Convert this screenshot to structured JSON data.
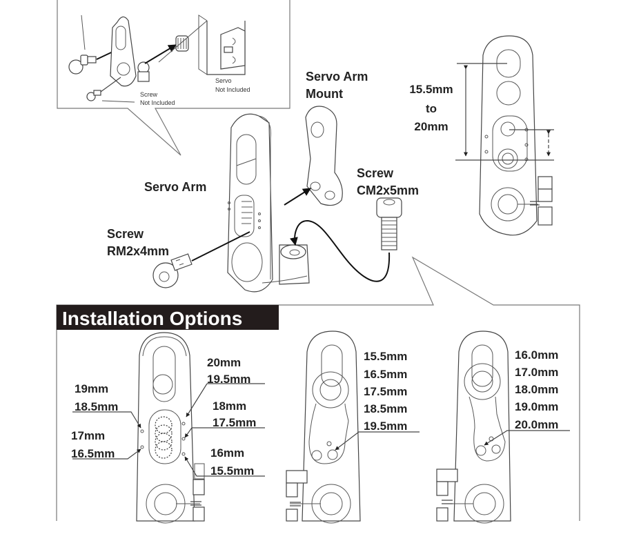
{
  "inset": {
    "screw_note_line1": "Screw",
    "screw_note_line2": "Not Included",
    "servo_note_line1": "Servo",
    "servo_note_line2": "Not Included"
  },
  "exploded_view": {
    "servo_arm_label": "Servo Arm",
    "servo_arm_mount_line1": "Servo Arm",
    "servo_arm_mount_line2": "Mount",
    "screw_cm_line1": "Screw",
    "screw_cm_line2": "CM2x5mm",
    "screw_rm_line1": "Screw",
    "screw_rm_line2": "RM2x4mm"
  },
  "range_view": {
    "range_line1": "15.5mm",
    "range_line2": "to",
    "range_line3": "20mm"
  },
  "installation": {
    "title": "Installation Options",
    "option1": {
      "right_labels": [
        "20mm",
        "19.5mm",
        "18mm",
        "17.5mm",
        "16mm",
        "15.5mm"
      ],
      "left_labels": [
        "19mm",
        "18.5mm",
        "17mm",
        "16.5mm"
      ]
    },
    "option2": {
      "labels": [
        "15.5mm",
        "16.5mm",
        "17.5mm",
        "18.5mm",
        "19.5mm"
      ]
    },
    "option3": {
      "labels": [
        "16.0mm",
        "17.0mm",
        "18.0mm",
        "19.0mm",
        "20.0mm"
      ]
    }
  }
}
